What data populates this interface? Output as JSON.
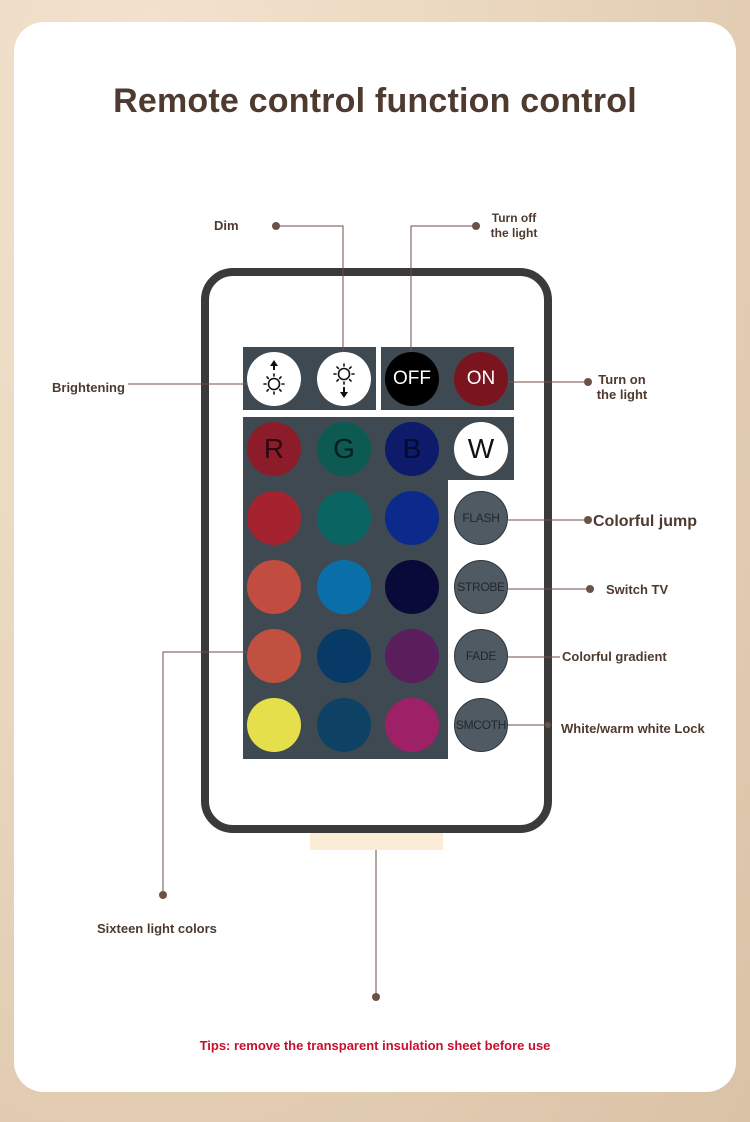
{
  "title": "Remote control function control",
  "tips": "Tips: remove the transparent insulation sheet before use",
  "labels": {
    "dim": "Dim",
    "turn_off_1": "Turn off",
    "turn_off_2": "the light",
    "brightening": "Brightening",
    "turn_on_1": "Turn on",
    "turn_on_2": "the light",
    "colorful_jump": "Colorful jump",
    "switch_tv": "Switch TV",
    "colorful_gradient": "Colorful gradient",
    "white_lock": "White/warm white Lock",
    "sixteen_colors": "Sixteen light colors"
  },
  "buttons": {
    "off": "OFF",
    "on": "ON",
    "r": "R",
    "g": "G",
    "b": "B",
    "w": "W",
    "flash": "FLASH",
    "strobe": "STROBE",
    "fade": "FADE",
    "smooth": "SMCOTH"
  },
  "colors": {
    "line": "#6b5246",
    "panel": "#3f4951",
    "off": "#000000",
    "on": "#7a1520",
    "r": "#8c1c2a",
    "g": "#0d5a52",
    "b": "#0e1a6a",
    "w": "#ffffff",
    "grid": [
      [
        "#a5232f",
        "#0a6461",
        "#0c2a8c"
      ],
      [
        "#c04d40",
        "#0a6fa8",
        "#0a0a3a"
      ],
      [
        "#c05040",
        "#073a66",
        "#5a1e5c"
      ],
      [
        "#e6df4c",
        "#0e4264",
        "#9e2067"
      ]
    ]
  }
}
